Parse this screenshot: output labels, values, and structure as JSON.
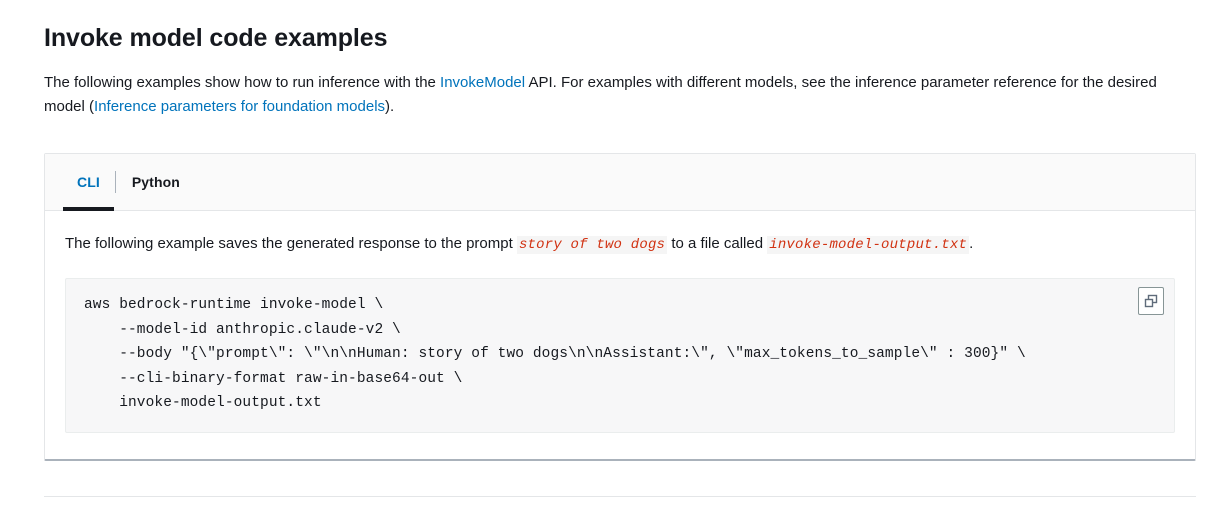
{
  "page": {
    "title": "Invoke model code examples",
    "intro": {
      "part1": "The following examples show how to run inference with the ",
      "link1": "InvokeModel",
      "part2": " API. For examples with different models, see the inference parameter reference for the desired model (",
      "link2": "Inference parameters for foundation models",
      "part3": ")."
    }
  },
  "tabs": [
    {
      "id": "cli",
      "label": "CLI",
      "active": true
    },
    {
      "id": "python",
      "label": "Python",
      "active": false
    }
  ],
  "panel": {
    "description": {
      "part1": "The following example saves the generated response to the prompt ",
      "code1": "story of two dogs",
      "part2": " to a file called ",
      "code2": "invoke-model-output.txt",
      "part3": "."
    },
    "code": "aws bedrock-runtime invoke-model \\\n    --model-id anthropic.claude-v2 \\\n    --body \"{\\\"prompt\\\": \\\"\\n\\nHuman: story of two dogs\\n\\nAssistant:\\\", \\\"max_tokens_to_sample\\\" : 300}\" \\\n    --cli-binary-format raw-in-base64-out \\\n    invoke-model-output.txt",
    "copy_icon": "copy-icon"
  },
  "colors": {
    "link": "#0073bb",
    "inline_code": "#d13212",
    "text": "#16191f",
    "tab_active": "#0073bb",
    "tab_underline": "#16191f",
    "code_background": "#f7f7f8"
  }
}
